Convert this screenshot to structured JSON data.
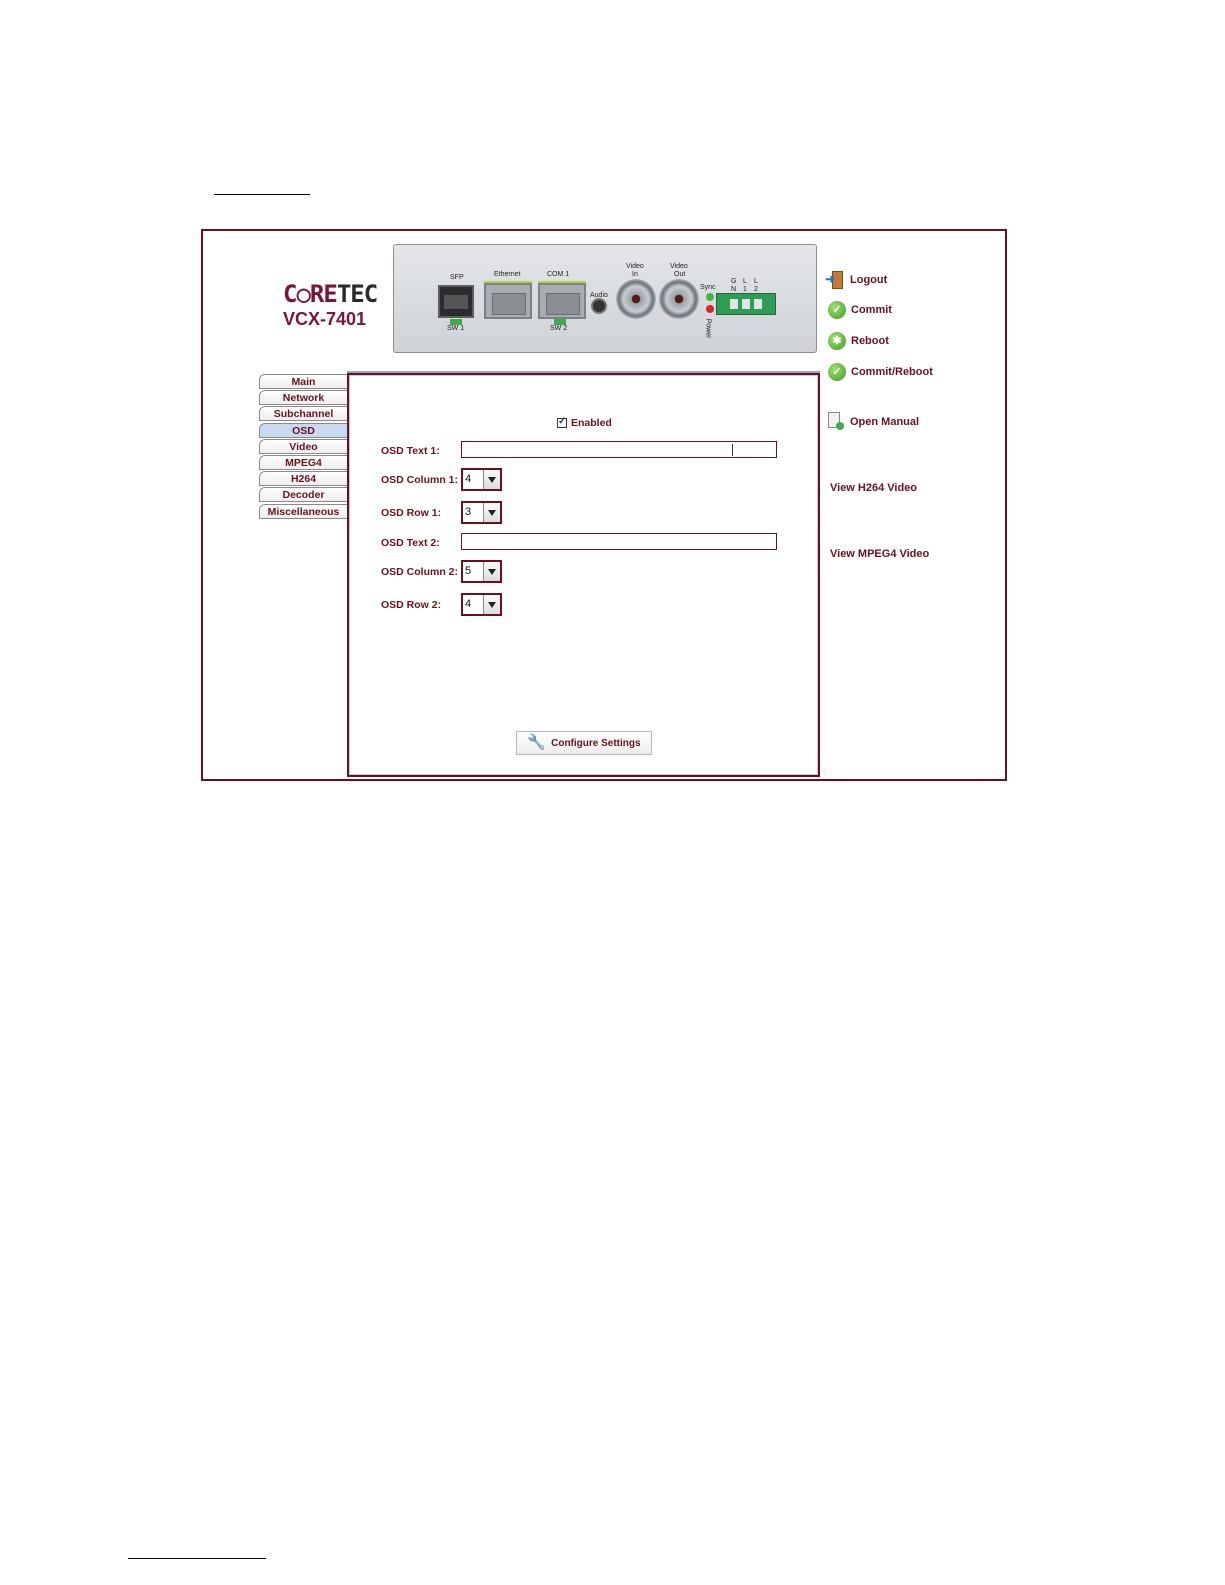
{
  "brand": {
    "logo_text_a": "C",
    "logo_text_b": "RE",
    "logo_text_c": "TEC",
    "model": "VCX-7401"
  },
  "device": {
    "labels": {
      "sfp": "SFP",
      "sw1": "SW 1",
      "ethernet": "Ethernet",
      "com1": "COM 1",
      "sw2": "SW 2",
      "audio": "Audio",
      "video_in_a": "Video",
      "video_in_b": "In",
      "video_out_a": "Video",
      "video_out_b": "Out",
      "sync": "Sync",
      "power": "Power",
      "gnd_g": "G",
      "gnd_n": "N",
      "l1_l": "L",
      "l1_1": "1",
      "l2_l": "L",
      "l2_2": "2"
    },
    "colors": {
      "sync_led": "#3fb548",
      "power_led": "#d42a25"
    }
  },
  "actions": {
    "logout": "Logout",
    "commit": "Commit",
    "reboot": "Reboot",
    "commit_reboot": "Commit/Reboot",
    "open_manual": "Open Manual",
    "view_h264": "View H264 Video",
    "view_mpeg4": "View MPEG4 Video"
  },
  "tabs": [
    {
      "label": "Main"
    },
    {
      "label": "Network"
    },
    {
      "label": "Subchannel"
    },
    {
      "label": "OSD",
      "active": true
    },
    {
      "label": "Video"
    },
    {
      "label": "MPEG4"
    },
    {
      "label": "H264"
    },
    {
      "label": "Decoder"
    },
    {
      "label": "Miscellaneous"
    }
  ],
  "osd": {
    "enabled_label": "Enabled",
    "enabled_checked": true,
    "text1_label": "OSD Text 1:",
    "text1_value": "",
    "column1_label": "OSD Column 1:",
    "column1_value": "4",
    "row1_label": "OSD Row 1:",
    "row1_value": "3",
    "text2_label": "OSD Text 2:",
    "text2_value": "",
    "column2_label": "OSD Column 2:",
    "column2_value": "5",
    "row2_label": "OSD Row 2:",
    "row2_value": "4",
    "configure_button": "Configure Settings"
  },
  "theme": {
    "accent": "#6b1020",
    "active_tab": "#c9daf0"
  }
}
